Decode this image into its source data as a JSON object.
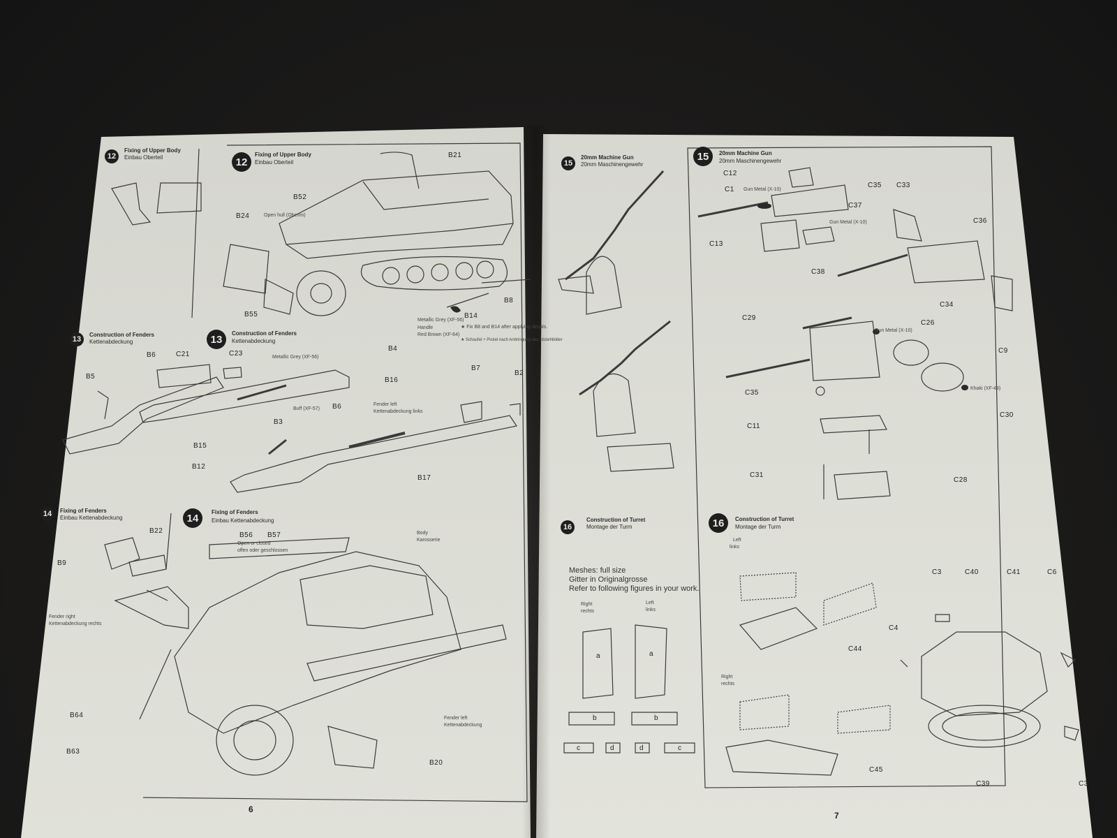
{
  "left_page": {
    "page_number": "6",
    "steps": [
      {
        "num": "12",
        "title": "Fixing of Upper Body",
        "subtitle": "Einbau Oberteil"
      },
      {
        "num": "13",
        "title": "Construction of Fenders",
        "subtitle": "Kettenabdeckung"
      },
      {
        "num": "14",
        "title": "Fixing of Fenders",
        "subtitle": "Einbau Kettenabdeckung"
      }
    ],
    "notes": {
      "open_hull": "Open hull (Obenm)",
      "metallic_grey_b8": "Metallic Grey (XF-56)",
      "handle": "Handle",
      "red_brown": "Red Brown (XF-64)",
      "fix_b8": "★ Fix B8 and B14 after applying decals.",
      "fix_b8_de": "★ Schaufel + Pickel nach Anbringung des Abziehbilder",
      "metallic_grey": "Metallic Grey (XF-56)",
      "buff": "Buff (XF-57)",
      "fender_left": "Fender left",
      "fender_left_de": "Kettenabdeckung links",
      "body": "Body",
      "body_de": "Karosserie",
      "open_or_closed": "Open or closed",
      "open_or_closed_de": "offen oder geschlossen",
      "fender_right": "Fender right",
      "fender_right_de": "Kettenabdeckung rechts",
      "fender_left2": "Fender left",
      "fender_left2_de": "Kettenabdeckung"
    },
    "parts": [
      "B21",
      "B52",
      "B24",
      "B8",
      "B14",
      "B55",
      "B6",
      "C21",
      "C23",
      "B4",
      "B16",
      "B7",
      "B2",
      "B5",
      "B3",
      "B6",
      "B15",
      "B12",
      "B17",
      "B22",
      "B9",
      "B56",
      "B57",
      "B64",
      "B63",
      "B20"
    ]
  },
  "right_page": {
    "page_number": "7",
    "steps": [
      {
        "num": "15",
        "title": "20mm Machine Gun",
        "subtitle": "20mm Maschinengewehr"
      },
      {
        "num": "16",
        "title": "Construction of Turret",
        "subtitle": "Montage der Turm"
      }
    ],
    "notes": {
      "gun_metal": "Gun Metal (X-10)",
      "khaki": "Khaki (XF-49)",
      "meshes": "Meshes: full size",
      "meshes_de": "Gitter in Originalgrosse",
      "refer": "Refer to following figures in your work.",
      "right": "Right",
      "right_de": "rechts",
      "left": "Left",
      "left_de": "links"
    },
    "parts": [
      "C12",
      "C1",
      "C37",
      "C35",
      "C33",
      "C13",
      "C36",
      "C38",
      "C34",
      "C29",
      "C26",
      "C9",
      "C35",
      "C30",
      "C11",
      "C31",
      "C28",
      "C3",
      "C40",
      "C41",
      "C6",
      "C4",
      "C44",
      "C45",
      "C39",
      "C3"
    ],
    "mesh_letters": [
      "a",
      "a",
      "b",
      "b",
      "c",
      "d",
      "d",
      "c"
    ]
  }
}
